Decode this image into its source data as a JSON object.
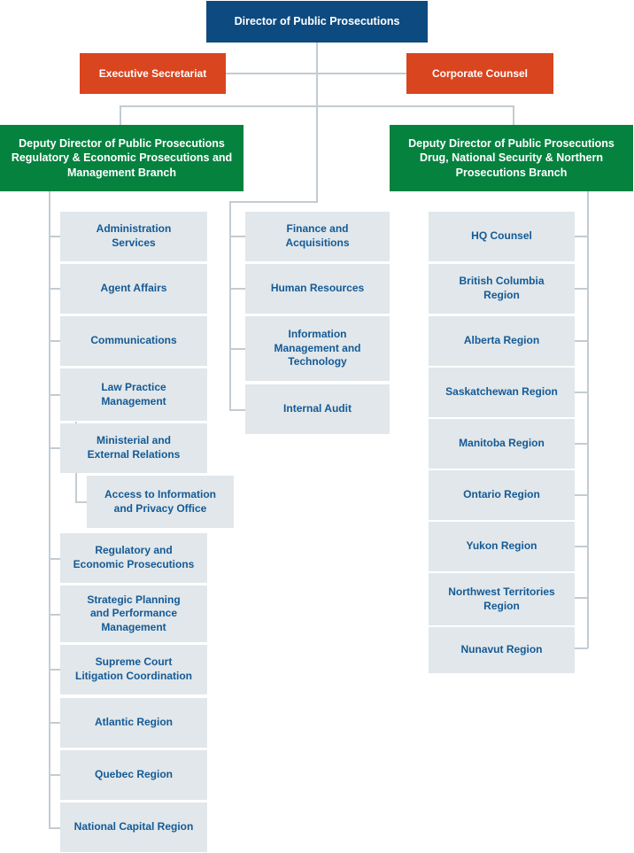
{
  "chart_data": {
    "type": "diagram",
    "title": "Director of Public Prosecutions Organizational Chart",
    "diagram_kind": "organizational-chart",
    "colors": {
      "root": "#0d4a80",
      "staff": "#d9451f",
      "branch": "#06823f",
      "unit_bg": "#e1e7ea",
      "unit_text": "#145a96",
      "connector": "#c3ccd2",
      "page_bg": "#ffffff"
    },
    "levels": [
      "root",
      "staff",
      "branch",
      "unit",
      "sub-unit"
    ]
  },
  "root": {
    "label": "Director of Public Prosecutions"
  },
  "staff": [
    {
      "label": "Executive Secretariat"
    },
    {
      "label": "Corporate Counsel"
    }
  ],
  "branches": [
    {
      "label": "Deputy Director of  Public Prosecutions\nRegulatory & Economic Prosecutions and\nManagement Branch"
    },
    {
      "label": "Deputy Director of Public Prosecutions\nDrug, National Security & Northern\nProsecutions Branch"
    }
  ],
  "left_column": [
    {
      "label": "Administration\nServices"
    },
    {
      "label": "Agent Affairs"
    },
    {
      "label": "Communications"
    },
    {
      "label": "Law Practice\nManagement"
    },
    {
      "label": "Ministerial and\nExternal Relations"
    },
    {
      "label": "Access to Information\nand Privacy Office"
    },
    {
      "label": "Regulatory and\nEconomic Prosecutions"
    },
    {
      "label": "Strategic Planning\nand Performance\nManagement"
    },
    {
      "label": "Supreme Court\nLitigation Coordination"
    },
    {
      "label": "Atlantic Region"
    },
    {
      "label": "Quebec Region"
    },
    {
      "label": "National Capital Region"
    }
  ],
  "middle_column": [
    {
      "label": "Finance and\nAcquisitions"
    },
    {
      "label": "Human Resources"
    },
    {
      "label": "Information\nManagement and\nTechnology"
    },
    {
      "label": "Internal Audit"
    }
  ],
  "right_column": [
    {
      "label": "HQ Counsel"
    },
    {
      "label": "British Columbia\nRegion"
    },
    {
      "label": "Alberta Region"
    },
    {
      "label": "Saskatchewan Region"
    },
    {
      "label": "Manitoba Region"
    },
    {
      "label": "Ontario Region"
    },
    {
      "label": "Yukon Region"
    },
    {
      "label": "Northwest Territories\nRegion"
    },
    {
      "label": "Nunavut Region"
    }
  ]
}
